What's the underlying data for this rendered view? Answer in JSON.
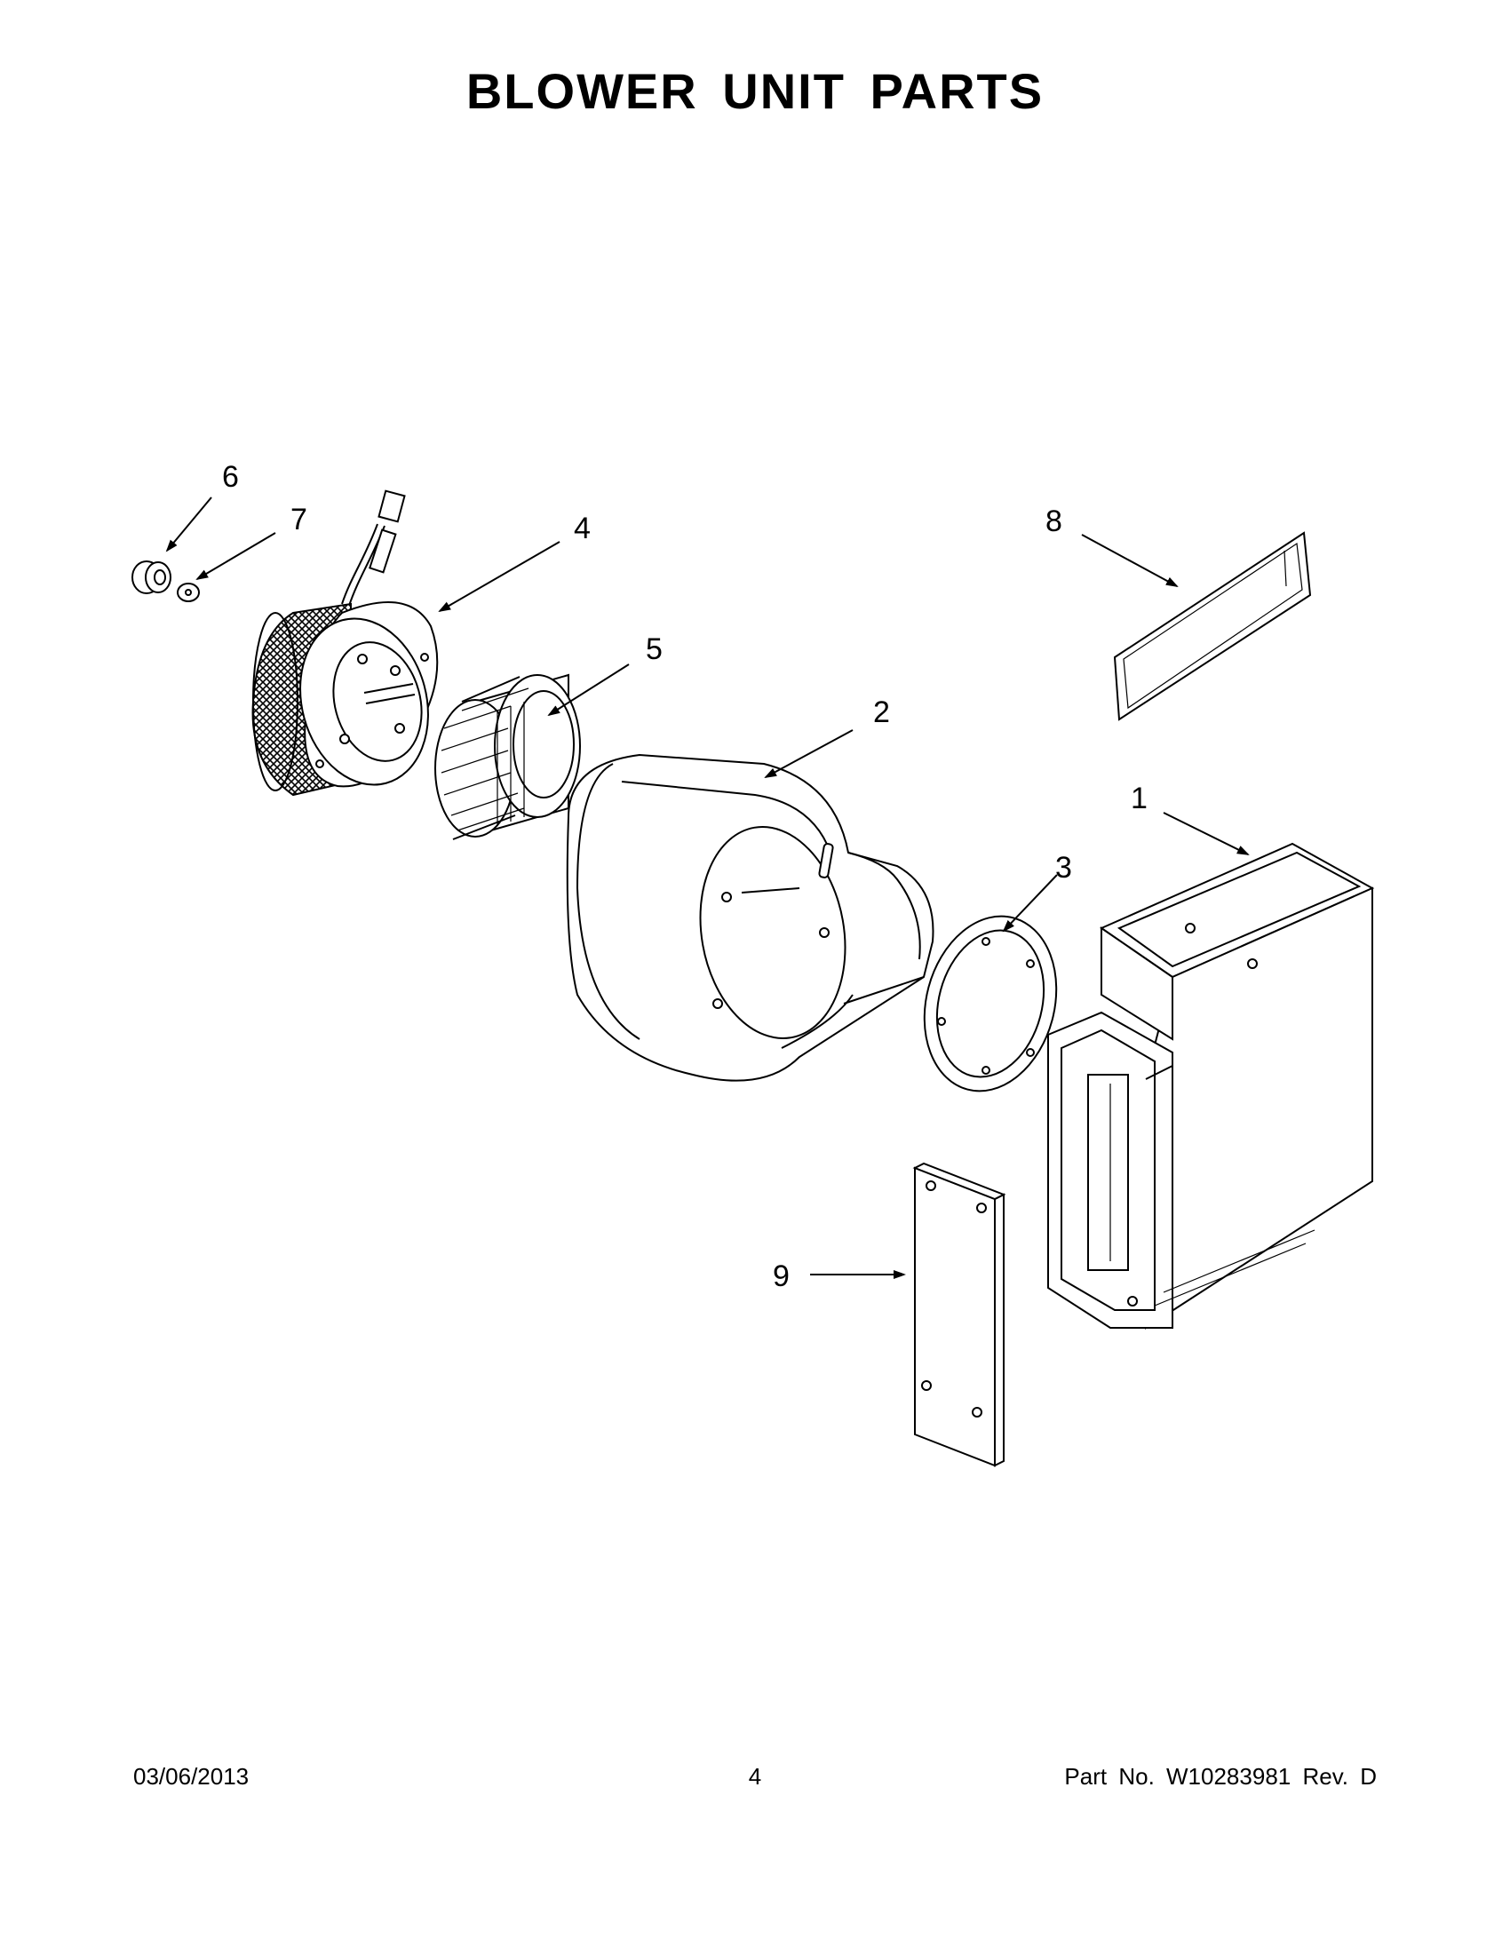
{
  "title": "BLOWER UNIT PARTS",
  "callouts": {
    "c1": "1",
    "c2": "2",
    "c3": "3",
    "c4": "4",
    "c5": "5",
    "c6": "6",
    "c7": "7",
    "c8": "8",
    "c9": "9"
  },
  "footer": {
    "date": "03/06/2013",
    "page": "4",
    "part_no": "Part No.  W10283981  Rev.  D"
  }
}
